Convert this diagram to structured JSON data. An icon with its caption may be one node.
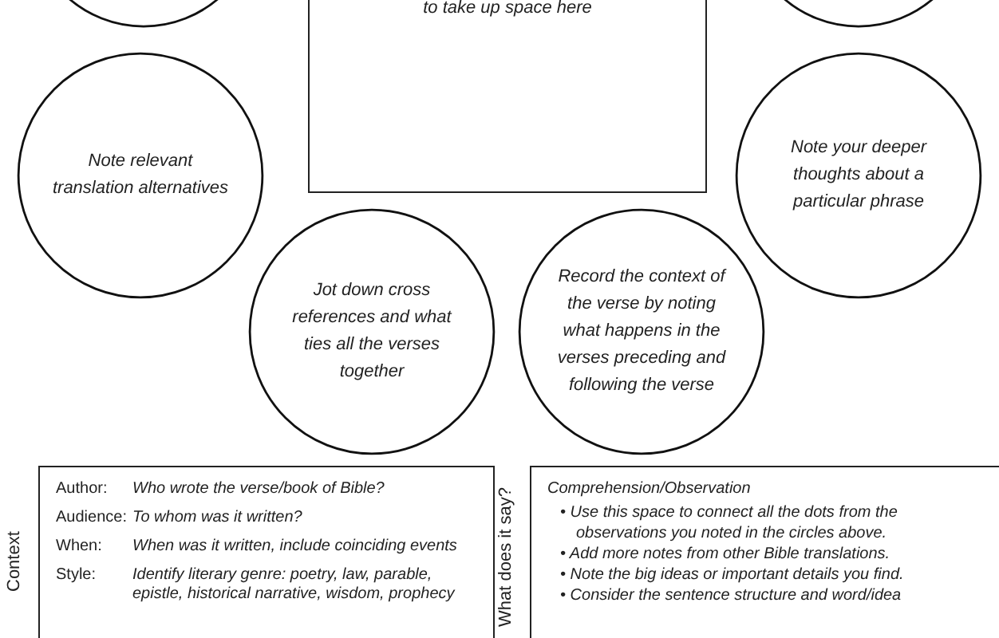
{
  "diagram": {
    "nodes": [
      {
        "text": [],
        "shape": "circle"
      },
      {
        "text": [
          "to take up space here"
        ]
      },
      {
        "text": [],
        "shape": "circle"
      },
      {
        "text": [
          "Note relevant translation alternatives"
        ]
      },
      {
        "text": [
          "Note your deeper thoughts about a particular phrase"
        ]
      },
      {
        "text": [
          "Jot down cross references and what ties all the verses together"
        ]
      },
      {
        "text": [
          "Record the context of the verse by noting what happens in the verses preceding and following the verse"
        ]
      },
      {
        "text": [
          "Context",
          "Author:",
          "Who wrote the verse/book of Bible?",
          "Audience:",
          "To whom was it written?",
          "When:",
          "When was it written, include coinciding events",
          "Style:",
          "Identify literary genre: poetry, law, parable, epistle, historical narrative, wisdom, prophecy"
        ]
      },
      {
        "text": [
          "What does it say?",
          "Comprehension/Observation",
          "• Use this space to connect all the dots from the observations you noted in the circles above.",
          "• Add more notes from other Bible translations.",
          "• Note the big ideas or important details you find.",
          "• Consider the sentence structure and word/idea"
        ]
      }
    ],
    "edges": []
  }
}
